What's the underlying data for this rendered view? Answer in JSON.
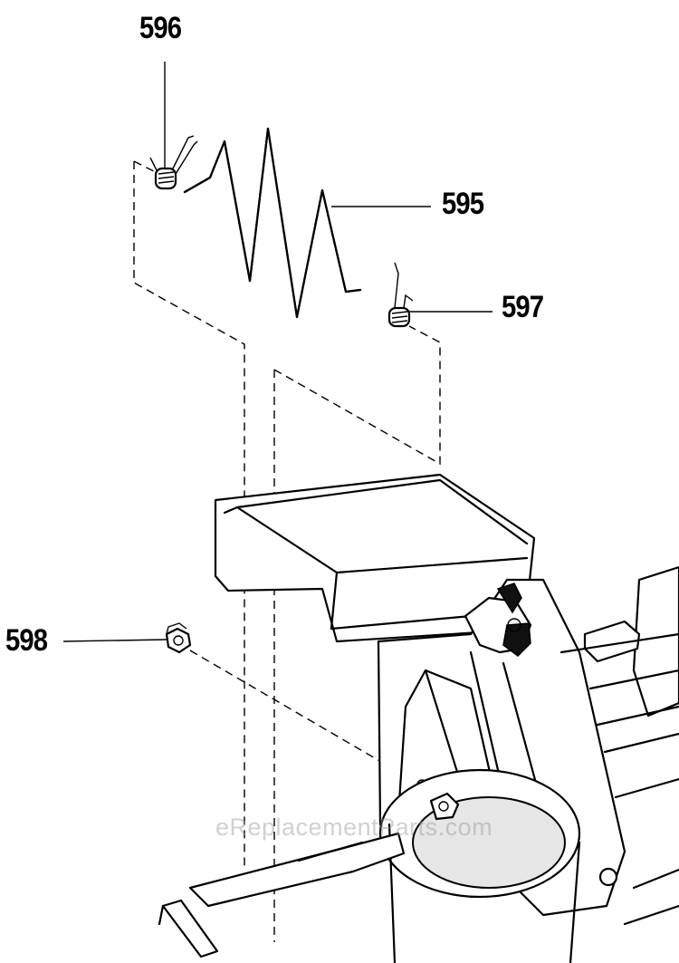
{
  "callouts": [
    {
      "id": "596",
      "label": "596"
    },
    {
      "id": "595",
      "label": "595"
    },
    {
      "id": "597",
      "label": "597"
    },
    {
      "id": "598",
      "label": "598"
    }
  ],
  "watermark": "eReplacementParts.com"
}
